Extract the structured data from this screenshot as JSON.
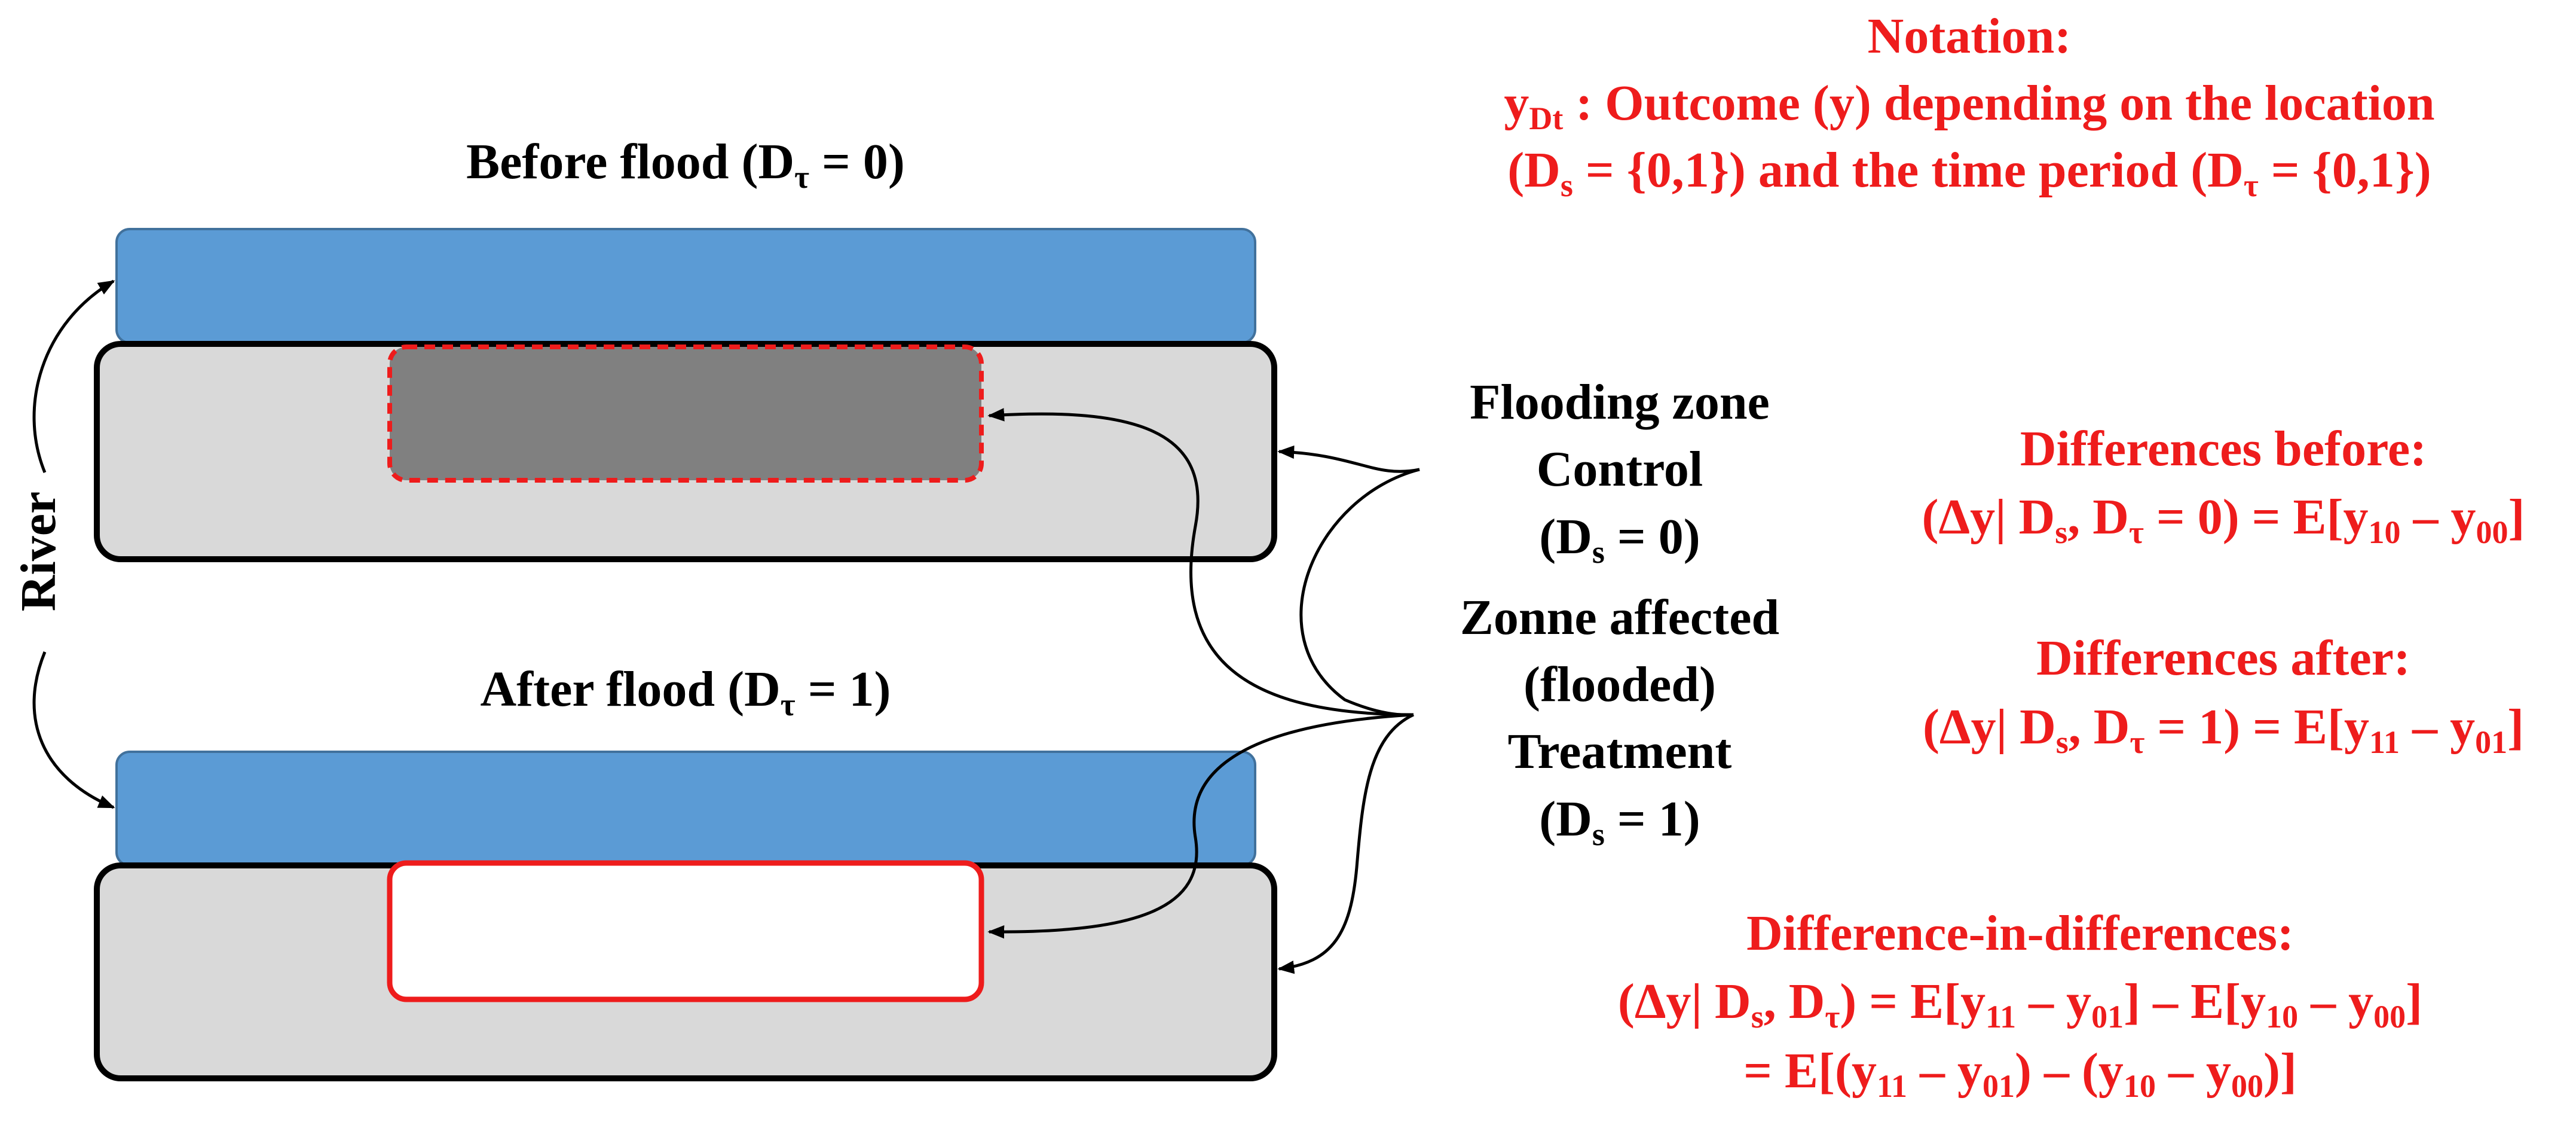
{
  "colors": {
    "river_band": "#5b9bd5",
    "land": "#d9d9d9",
    "flood_zone": "#808080",
    "highlight": "#ee1c1c",
    "text": "#000000"
  },
  "labels": {
    "river": "River",
    "before": {
      "prefix": "Before flood (D",
      "sub": "τ",
      "suffix": " = 0)"
    },
    "after": {
      "prefix": "After flood (D",
      "sub": "τ",
      "suffix": " = 1)"
    },
    "flooding_zone": "Flooding zone",
    "control": "Control",
    "control_eq": {
      "prefix": "(D",
      "sub": "s",
      "suffix": " = 0)"
    },
    "zone_affected": "Zonne affected",
    "flooded": "(flooded)",
    "treatment": "Treatment",
    "treatment_eq": {
      "prefix": "(D",
      "sub": "s",
      "suffix": " = 1)"
    }
  },
  "notation": {
    "title": "Notation:",
    "line1": {
      "y": "y",
      "sub": "Dt",
      "rest": " : Outcome (y) depending on the location"
    },
    "line2": {
      "a": "(D",
      "s": "s",
      "b": " = {0,1}) and the time period (D",
      "t": "τ",
      "c": " = {0,1})"
    }
  },
  "differences_before": {
    "title": "Differences before:",
    "formula": {
      "a": "(Δy| D",
      "s": "s",
      "b": ", D",
      "t": "τ",
      "c": " = 0) = E[y",
      "s1": "10",
      "d": " – y",
      "s2": "00",
      "e": "]"
    }
  },
  "differences_after": {
    "title": "Differences after:",
    "formula": {
      "a": "(Δy| D",
      "s": "s",
      "b": ", D",
      "t": "τ",
      "c": " = 1) = E[y",
      "s1": "11",
      "d": " – y",
      "s2": "01",
      "e": "]"
    }
  },
  "did": {
    "title": "Difference-in-differences:",
    "line1": {
      "a": "(Δy| D",
      "s": "s",
      "b": ", D",
      "t": "τ",
      "c": ") = E[y",
      "s1": "11",
      "d": " – y",
      "s2": "01",
      "e": "] – E[y",
      "s3": "10",
      "f": " – y",
      "s4": "00",
      "g": "]"
    },
    "line2": {
      "a": "= E[(y",
      "s1": "11",
      "b": " – y",
      "s2": "01",
      "c": ") – (y",
      "s3": "10",
      "d": " – y",
      "s4": "00",
      "e": ")]"
    }
  }
}
